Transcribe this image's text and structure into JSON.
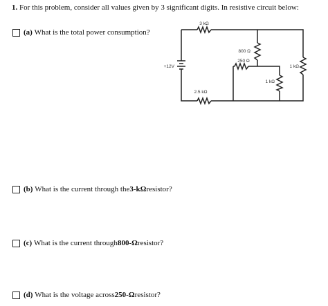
{
  "problem": {
    "number": "1.",
    "statement": "For this problem, consider all values given by 3 significant digits. In resistive circuit below:"
  },
  "questions": [
    {
      "tag": "(a)",
      "text": "What is the total power consumption?"
    },
    {
      "tag": "(b)",
      "text_pre": "What is the current through the ",
      "emph": "3-kΩ",
      "text_post": " resistor?"
    },
    {
      "tag": "(c)",
      "text_pre": "What is the current through ",
      "emph": "800-Ω",
      "text_post": " resistor?"
    },
    {
      "tag": "(d)",
      "text_pre": "What is the voltage across ",
      "emph": "250-Ω",
      "text_post": " resistor?"
    }
  ],
  "circuit": {
    "source_label": "+12V",
    "r_top_label": "3 kΩ",
    "r_800_label": "800 Ω",
    "r_250_label": "250 Ω",
    "r_1k_mid_label": "1 kΩ",
    "r_1k_right_label": "1 kΩ",
    "r_bottom_label": "2.5 kΩ"
  }
}
